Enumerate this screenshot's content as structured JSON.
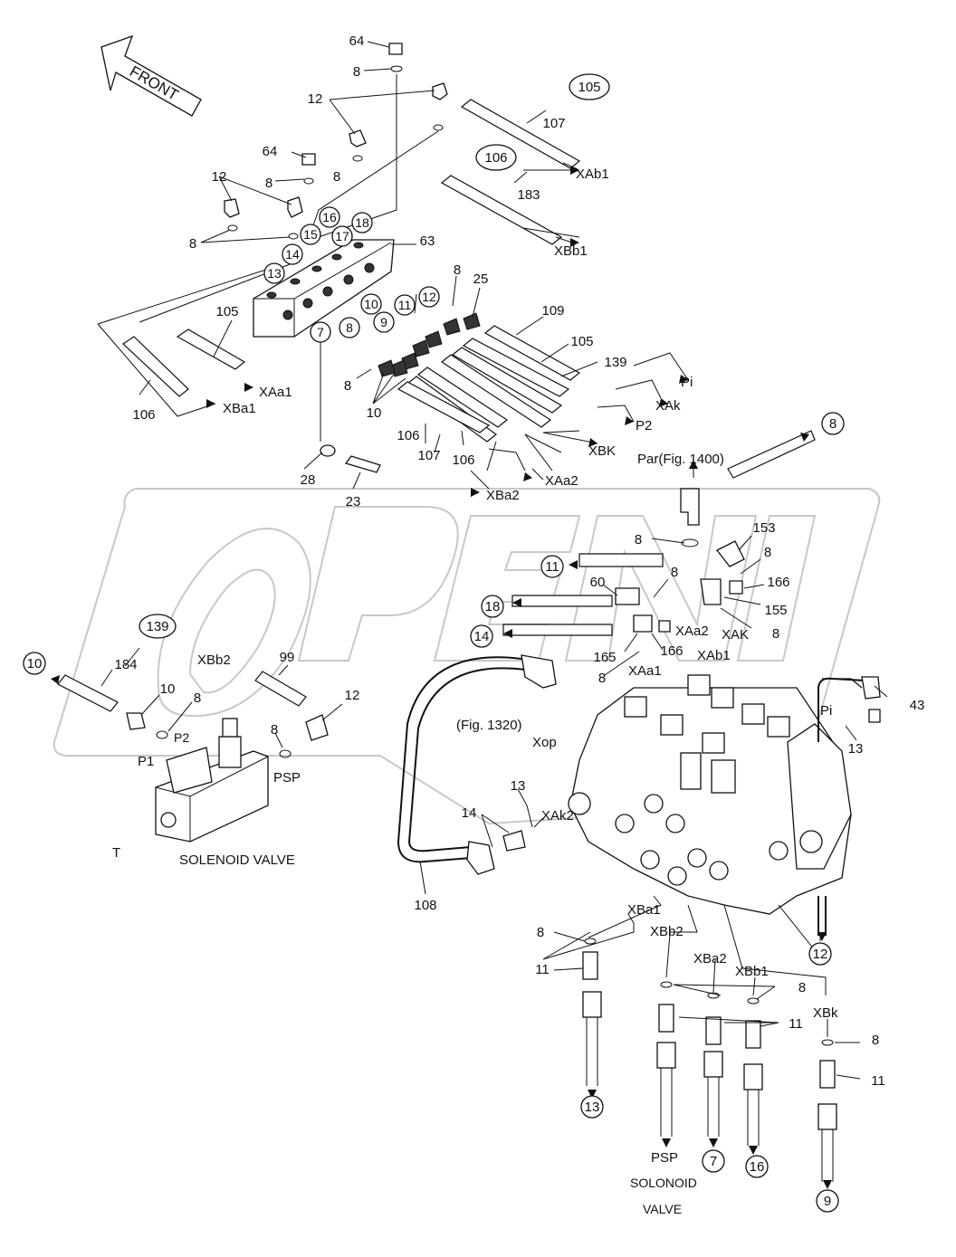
{
  "diagram": {
    "front_label": "FRONT",
    "callouts": {
      "c64a": "64",
      "c64b": "64",
      "c8a": "8",
      "c8b": "8",
      "c8c": "8",
      "c8d": "8",
      "c8e": "8",
      "c8f": "8",
      "c8g": "8",
      "c8h": "8",
      "c8i": "8",
      "c8j": "8",
      "c8k": "8",
      "c8l": "8",
      "c8m": "8",
      "c8n": "8",
      "c8o": "8",
      "c8p": "8",
      "c8q": "8",
      "c12a": "12",
      "c12b": "12",
      "c12c": "12",
      "c107a": "107",
      "c107b": "107",
      "c183": "183",
      "c63": "63",
      "c25": "25",
      "c109": "109",
      "c105a": "105",
      "c105b": "105",
      "c139": "139",
      "c106a": "106",
      "c106b": "106",
      "c106c": "106",
      "c10a": "10",
      "c10b": "10",
      "c28": "28",
      "c23": "23",
      "c153": "153",
      "c166a": "166",
      "c166b": "166",
      "c155": "155",
      "c60": "60",
      "c165": "165",
      "c184": "184",
      "c99": "99",
      "c13a": "13",
      "c13b": "13",
      "c14": "14",
      "c108": "108",
      "c43": "43",
      "c11a": "11",
      "c11b": "11",
      "c11c": "11"
    },
    "circled": {
      "o105": "105",
      "o106": "106",
      "o16": "16",
      "o15": "15",
      "o14a": "14",
      "o17": "17",
      "o18a": "18",
      "o13a": "13",
      "o10a": "10",
      "o11a": "11",
      "o12a": "12",
      "o8a": "8",
      "o9": "9",
      "o7a": "7",
      "o8b": "8",
      "o11b": "11",
      "o18b": "18",
      "o14b": "14",
      "o139": "139",
      "o10b": "10",
      "o12b": "12",
      "o13b": "13",
      "o7b": "7",
      "o16b": "16",
      "o9b": "9"
    },
    "ports": {
      "XAb1": "XAb1",
      "XBb1": "XBb1",
      "XAa1": "XAa1",
      "XBa1": "XBa1",
      "Pi": "Pi",
      "XAk": "XAk",
      "P2": "P2",
      "XBK": "XBK",
      "XAa2": "XAa2",
      "XBa2": "XBa2",
      "Par": "Par(Fig. 1400)",
      "XAa2b": "XAa2",
      "XAb1b": "XAb1",
      "XAK": "XAK",
      "XAa1b": "XAa1",
      "Fig1320": "(Fig. 1320)",
      "Xop": "Xop",
      "XBb2": "XBb2",
      "P1": "P1",
      "P2b": "P2",
      "PSP": "PSP",
      "T": "T",
      "XAk2": "XAk2",
      "Pi2": "Pi",
      "XBa1b": "XBa1",
      "XBb2b": "XBb2",
      "XBa2b": "XBa2",
      "XBb1b": "XBb1",
      "XBk": "XBk",
      "PSP2": "PSP"
    },
    "texts": {
      "solenoid_valve": "SOLENOID VALVE",
      "solonoid": "SOLONOID",
      "valve": "VALVE"
    }
  }
}
